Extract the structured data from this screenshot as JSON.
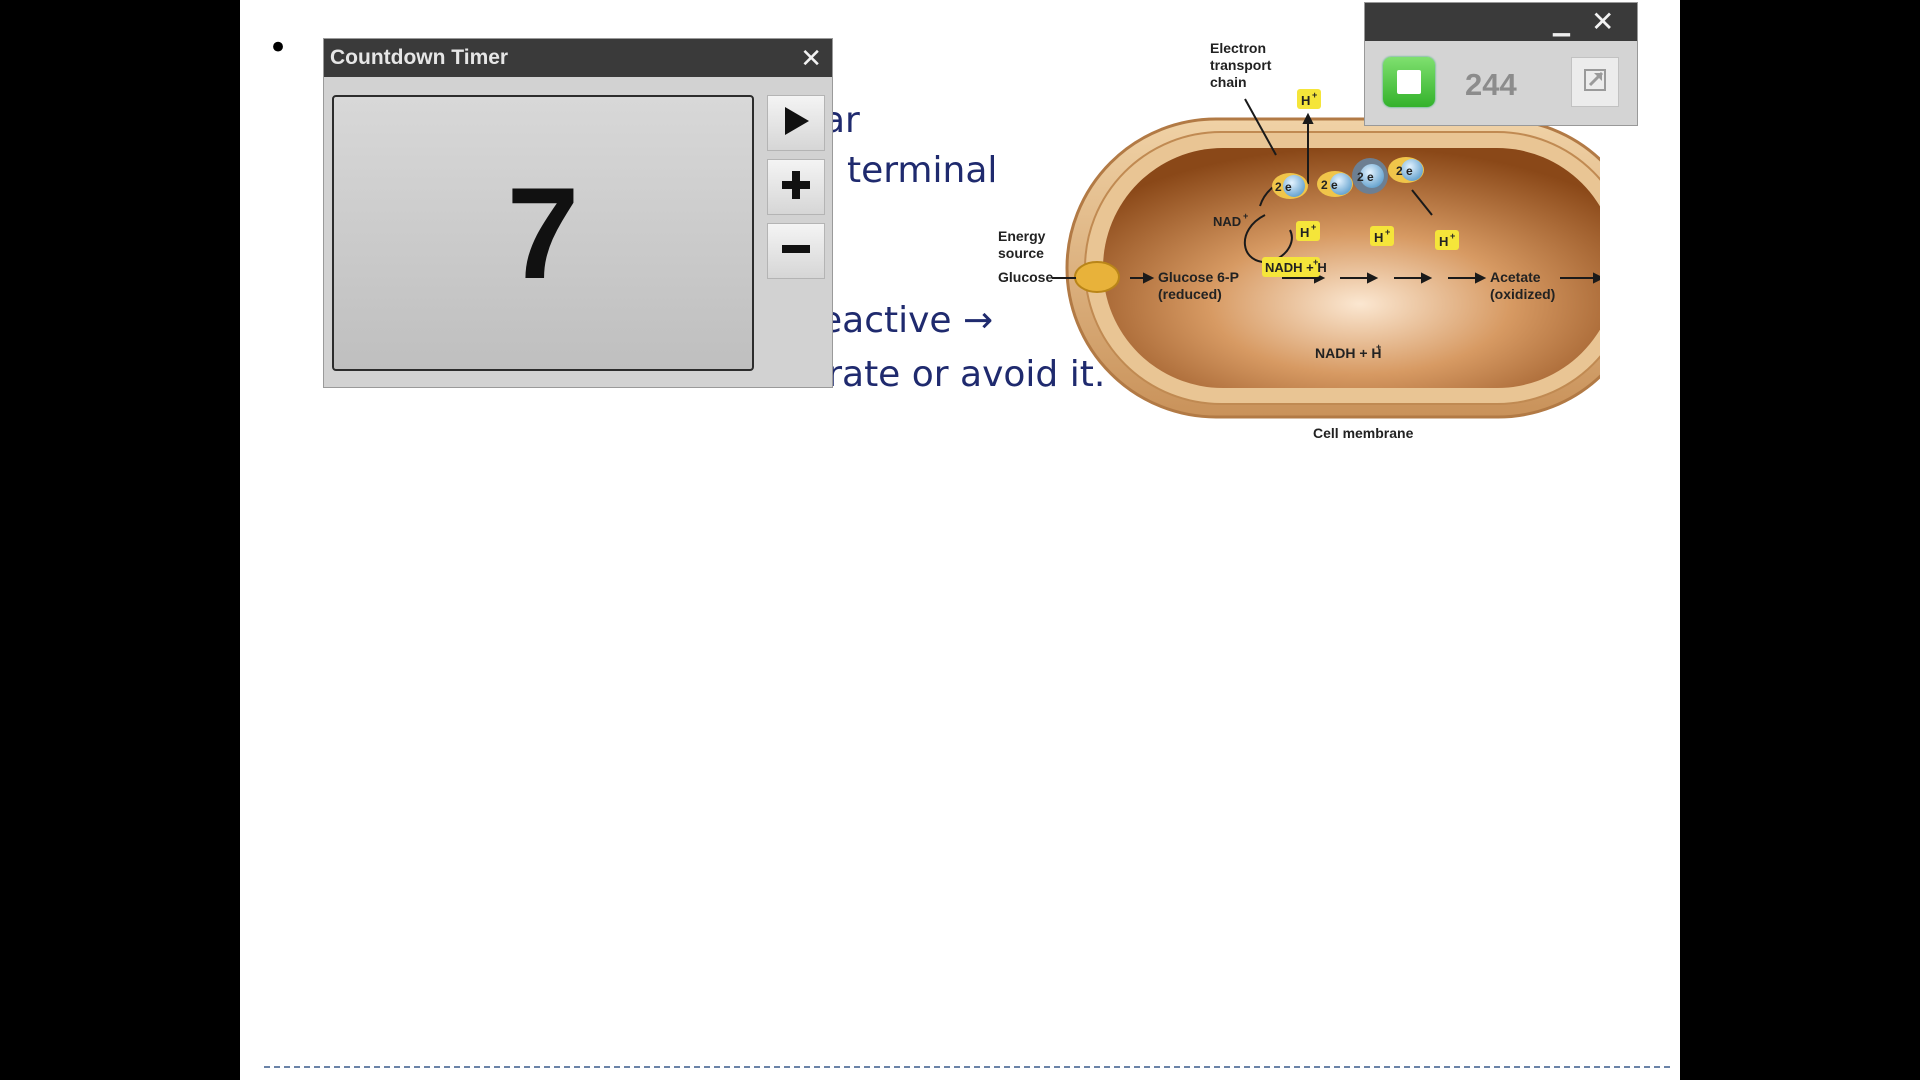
{
  "slide": {
    "bullet": "•",
    "fragments": {
      "ar": "ar",
      "terminal": "terminal",
      "reactive": "eactive →",
      "tolerate": "microbes evolved to tolerate or avoid it."
    }
  },
  "diagram": {
    "electron_transport_chain": [
      "Electron",
      "transport",
      "chain"
    ],
    "energy_source": [
      "Energy",
      "source"
    ],
    "glucose": "Glucose",
    "glucose6p": [
      "Glucose 6-P",
      "(reduced)"
    ],
    "acetate": [
      "Acetate",
      "(oxidized)"
    ],
    "nad": "NAD",
    "nadh_upper": "NADH + H",
    "nadh_center": "NADH + H",
    "cell_membrane": "Cell membrane",
    "h_ion": "H",
    "plus": "+",
    "electron_label": "2 e",
    "colors": {
      "cell_outer": "#e2b98a",
      "cytoplasm": "#a85f2a",
      "proton_badge": "#f5e53a",
      "carrier": "#8fc4e6"
    }
  },
  "timer": {
    "title": "Countdown Timer",
    "value": "7",
    "buttons": [
      "play-icon",
      "plus-icon",
      "minus-icon"
    ]
  },
  "widget": {
    "count": "244",
    "icons": [
      "minimize-icon",
      "close-icon",
      "stop-icon",
      "expand-icon"
    ],
    "accent": "#3fbf35"
  }
}
